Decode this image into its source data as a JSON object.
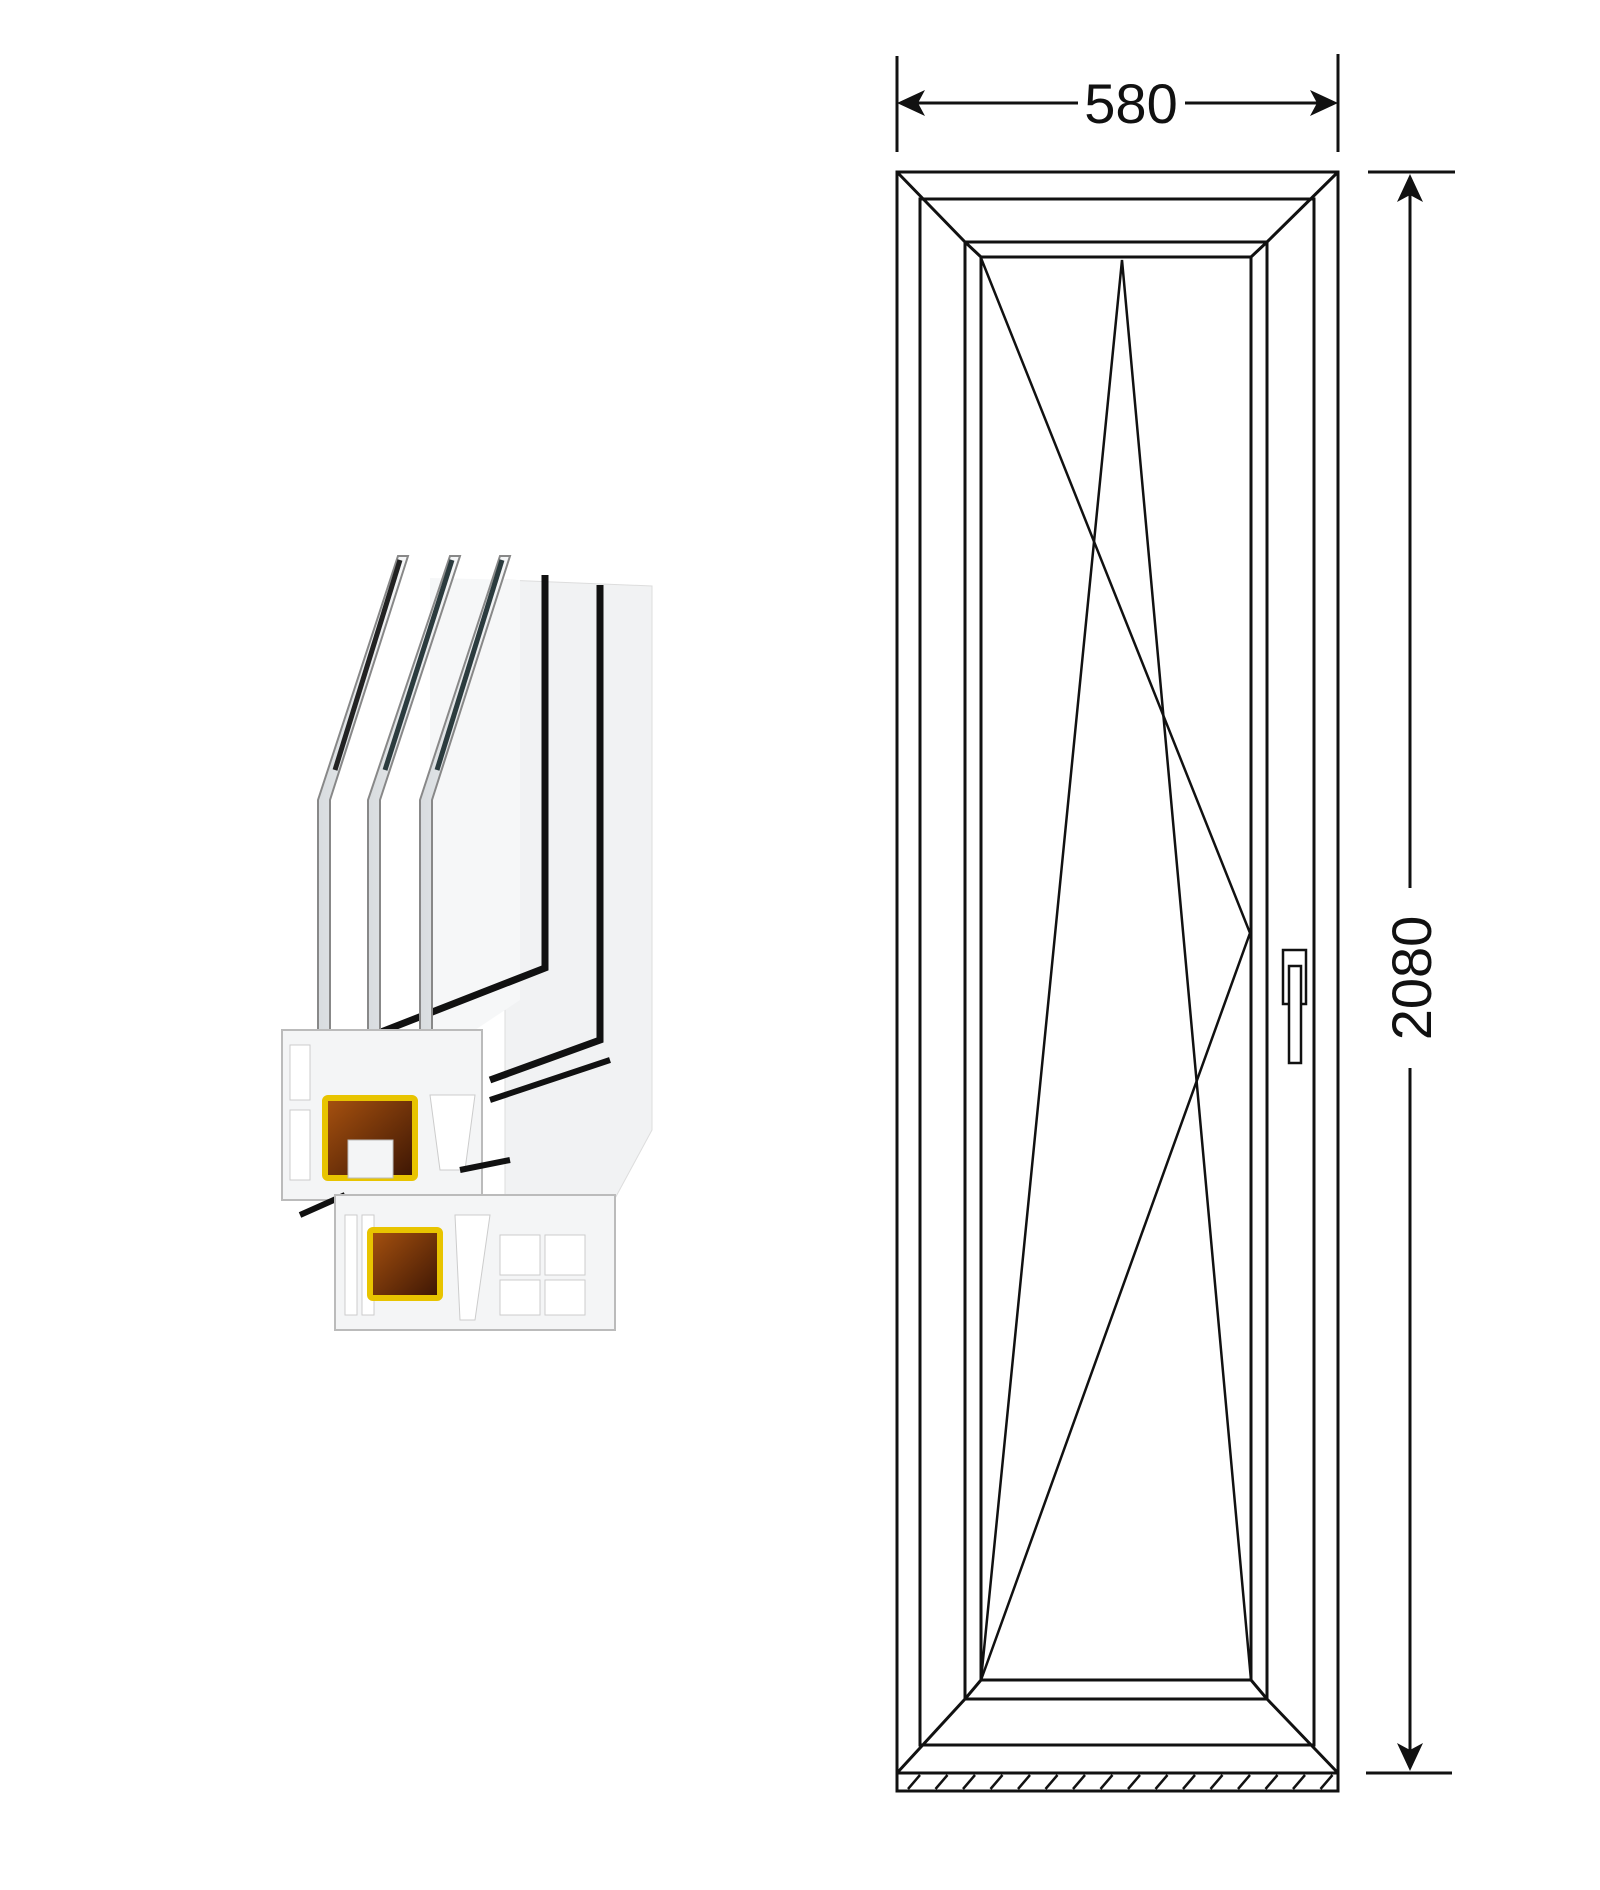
{
  "drawing": {
    "width_label": "580",
    "height_label": "2080"
  },
  "profile_photo": {
    "glazing": "triple",
    "colors": {
      "pvc": "#f4f5f6",
      "gasket": "#111111",
      "reinforcement": "#e8c400",
      "reinforcement_fill": "#6b2e0a",
      "spacer": "#9fc3c8"
    }
  }
}
